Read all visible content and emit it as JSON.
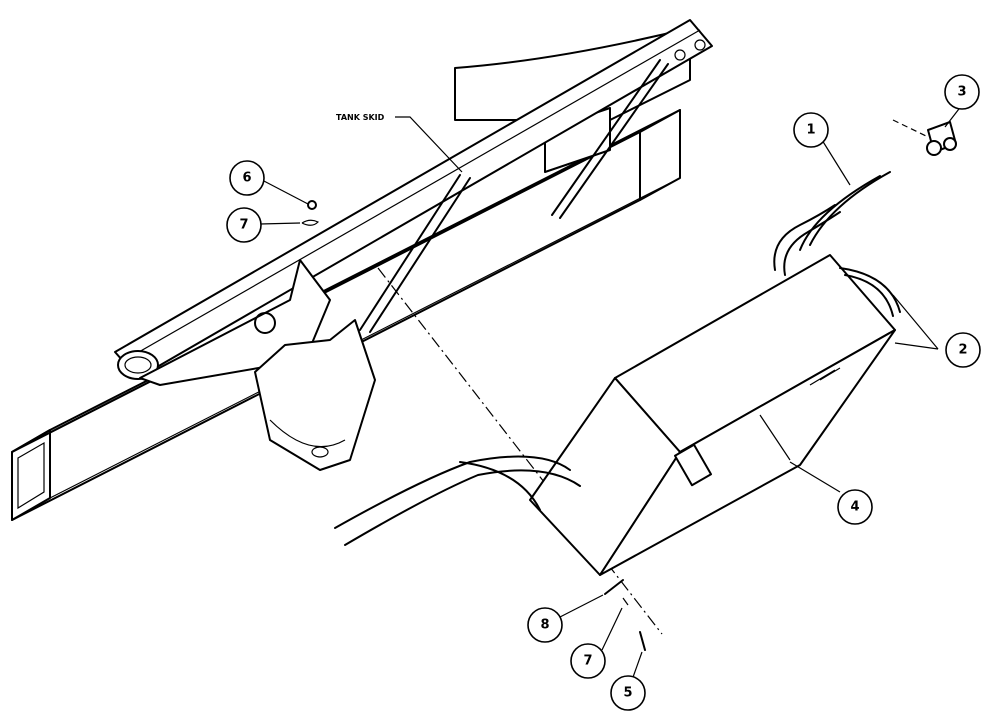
{
  "labels": {
    "tank_skid": "TANK SKID"
  },
  "callouts": [
    {
      "id": "1",
      "text": "1"
    },
    {
      "id": "2",
      "text": "2"
    },
    {
      "id": "3",
      "text": "3"
    },
    {
      "id": "4",
      "text": "4"
    },
    {
      "id": "5",
      "text": "5"
    },
    {
      "id": "6",
      "text": "6"
    },
    {
      "id": "7a",
      "text": "7"
    },
    {
      "id": "7b",
      "text": "7"
    },
    {
      "id": "8",
      "text": "8"
    }
  ]
}
